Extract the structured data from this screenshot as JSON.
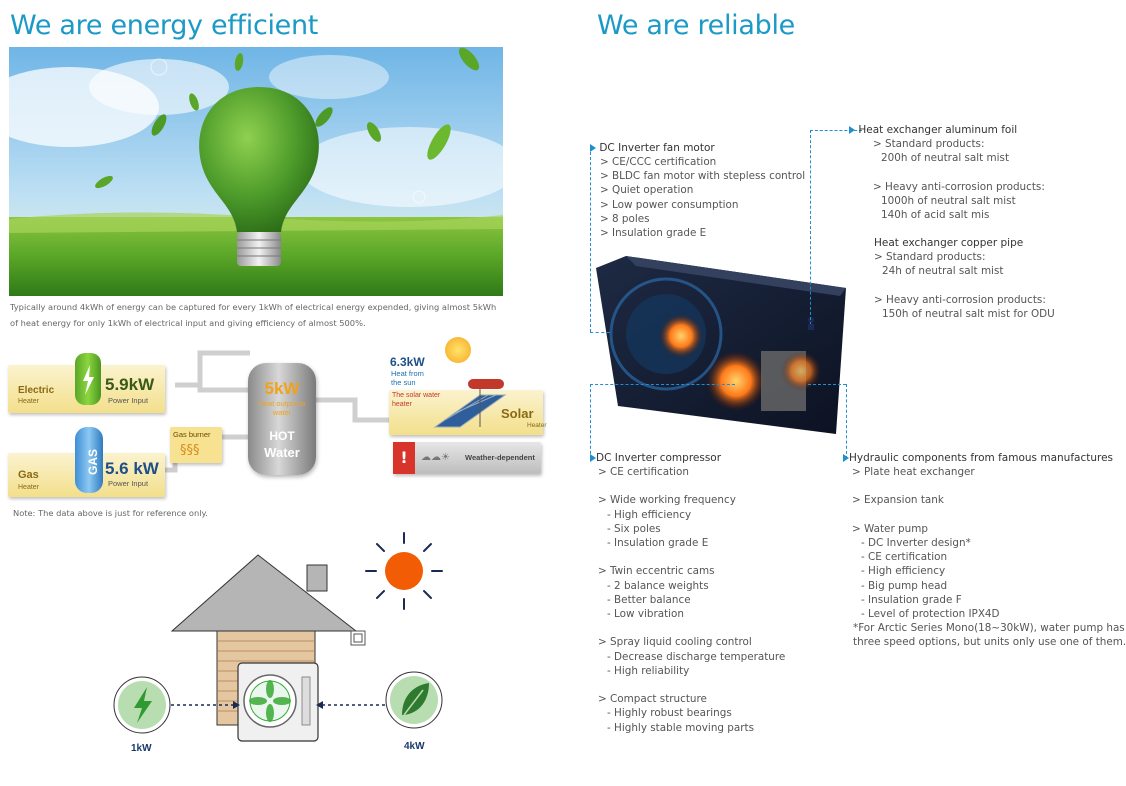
{
  "left": {
    "title": "We are energy efficient",
    "caption": "Typically around 4kWh of energy can be captured for every 1kWh of electrical energy expended, giving almost 5kWh of heat energy for only 1kWh of electrical input and giving efficiency of almost 500%.",
    "note": "Note: The data above is just for reference only.",
    "diagram": {
      "electric_label": "Electric",
      "electric_sub": "Heater",
      "electric_power": "5.9kW",
      "electric_power_sub": "Power Input",
      "gas_label": "Gas",
      "gas_sub": "Heater",
      "gas_cylinder": "GAS",
      "gas_power": "5.6 kW",
      "gas_power_sub": "Power Input",
      "gas_burner": "Gas burner",
      "tank_kw": "5kW",
      "tank_sub": "Heat output to water",
      "tank_hot": "HOT",
      "tank_water": "Water",
      "solar_kw": "6.3kW",
      "solar_sub": "Heat from the sun",
      "solar_heater": "The solar water heater",
      "solar_label": "Solar",
      "solar_label_sub": "Heater",
      "weather": "Weather-dependent"
    },
    "house": {
      "input_kw": "1kW",
      "ambient_kw": "4kW"
    }
  },
  "right": {
    "title": "We are reliable",
    "fan_motor": {
      "title": "DC Inverter fan motor",
      "lines": [
        "> CE/CCC certification",
        "> BLDC fan motor with stepless control",
        "> Quiet operation",
        "> Low power consumption",
        "> 8 poles",
        "> Insulation grade E"
      ]
    },
    "foil": {
      "title": "Heat exchanger aluminum foil",
      "lines": [
        "> Standard products:",
        "200h of neutral salt mist",
        "",
        "> Heavy anti-corrosion products:",
        "1000h of neutral salt mist",
        "140h of acid salt mis"
      ]
    },
    "copper": {
      "title": "Heat exchanger copper pipe",
      "lines": [
        "> Standard products:",
        "24h of neutral salt mist",
        "",
        "> Heavy anti-corrosion products:",
        "150h of neutral salt mist for ODU"
      ]
    },
    "compressor": {
      "title": "DC Inverter compressor",
      "lines": [
        "> CE certification",
        "",
        "> Wide working frequency",
        "- High efficiency",
        "- Six poles",
        "- Insulation grade E",
        "",
        "> Twin eccentric cams",
        "- 2 balance weights",
        "- Better balance",
        "- Low vibration",
        "",
        "> Spray liquid cooling control",
        "- Decrease discharge temperature",
        "- High reliability",
        "",
        "> Compact structure",
        "- Highly robust bearings",
        "- Highly stable moving parts"
      ]
    },
    "hydraulic": {
      "title": "Hydraulic components from famous manufactures",
      "lines": [
        "> Plate heat exchanger",
        "",
        "> Expansion tank",
        "",
        "> Water pump",
        "- DC Inverter design*",
        "- CE certification",
        "- High efficiency",
        "- Big pump head",
        "- Insulation grade F",
        "- Level of protection IPX4D",
        "*For Arctic Series Mono(18~30kW), water pump has",
        "three speed options, but units only use one of them."
      ]
    }
  },
  "colors": {
    "title": "#1b9ac7",
    "accent_blue": "#1f8fd0",
    "sun_orange": "#f25c05",
    "leaf_green": "#3aa935"
  }
}
